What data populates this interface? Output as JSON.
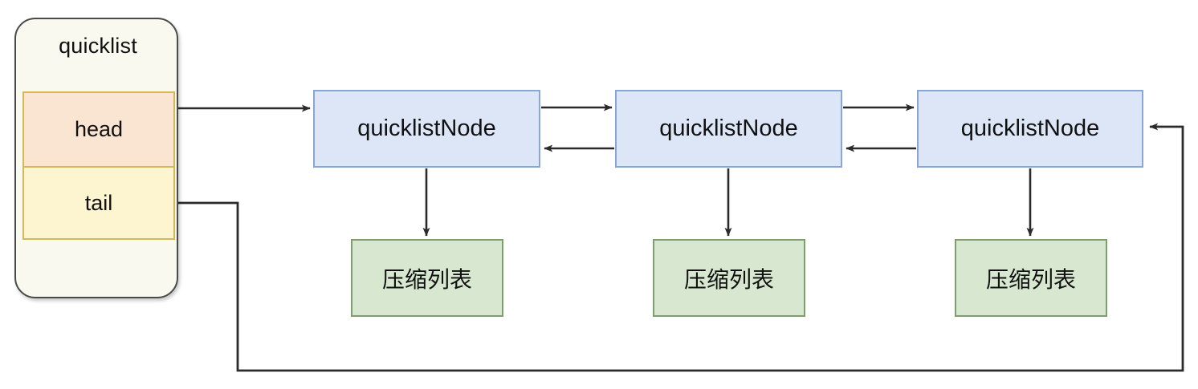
{
  "diagram": {
    "title_text": "quicklist",
    "type": "structure-diagram",
    "background_color": "#ffffff",
    "container": {
      "label": "quicklist",
      "fill_color": "#faf9ef",
      "border_color": "#4a4a4a",
      "fields": [
        {
          "label": "head",
          "fill_color": "#fae5d3",
          "border_color": "#d6b656"
        },
        {
          "label": "tail",
          "fill_color": "#fdf5d0",
          "border_color": "#d6b656"
        }
      ]
    },
    "nodes": [
      {
        "label": "quicklistNode",
        "fill_color": "#dce6f7",
        "border_color": "#8ba6d6"
      },
      {
        "label": "quicklistNode",
        "fill_color": "#dce6f7",
        "border_color": "#8ba6d6"
      },
      {
        "label": "quicklistNode",
        "fill_color": "#dce6f7",
        "border_color": "#8ba6d6"
      }
    ],
    "leaves": [
      {
        "label": "压缩列表",
        "fill_color": "#d8e8d0",
        "border_color": "#7e9e6e"
      },
      {
        "label": "压缩列表",
        "fill_color": "#d8e8d0",
        "border_color": "#7e9e6e"
      },
      {
        "label": "压缩列表",
        "fill_color": "#d8e8d0",
        "border_color": "#7e9e6e"
      }
    ],
    "edges": [
      {
        "name": "head-to-node1",
        "from": "head",
        "to": "quicklistNode-1",
        "direction": "forward"
      },
      {
        "name": "node1-to-node2",
        "from": "quicklistNode-1",
        "to": "quicklistNode-2",
        "direction": "forward"
      },
      {
        "name": "node2-to-node1",
        "from": "quicklistNode-2",
        "to": "quicklistNode-1",
        "direction": "forward"
      },
      {
        "name": "node2-to-node3",
        "from": "quicklistNode-2",
        "to": "quicklistNode-3",
        "direction": "forward"
      },
      {
        "name": "node3-to-node2",
        "from": "quicklistNode-3",
        "to": "quicklistNode-2",
        "direction": "forward"
      },
      {
        "name": "node1-to-ziplist1",
        "from": "quicklistNode-1",
        "to": "ziplist-1",
        "direction": "forward"
      },
      {
        "name": "node2-to-ziplist2",
        "from": "quicklistNode-2",
        "to": "ziplist-2",
        "direction": "forward"
      },
      {
        "name": "node3-to-ziplist3",
        "from": "quicklistNode-3",
        "to": "ziplist-3",
        "direction": "forward"
      },
      {
        "name": "tail-to-node3",
        "from": "tail",
        "to": "quicklistNode-3",
        "direction": "forward"
      }
    ],
    "edge_color": "#2b2b2b"
  }
}
